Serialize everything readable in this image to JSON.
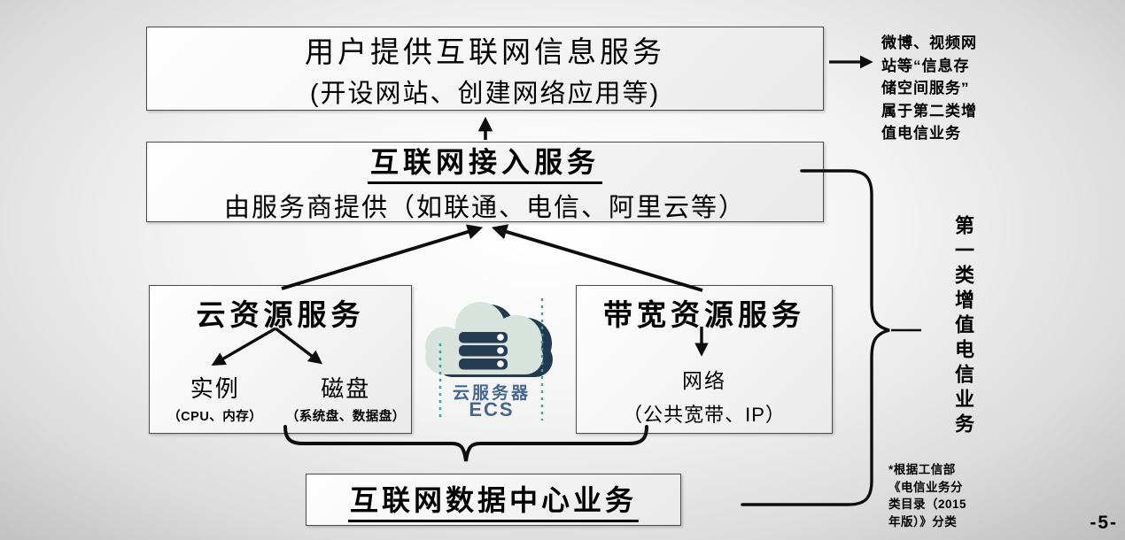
{
  "slide": {
    "page_number": "-5-"
  },
  "colors": {
    "background_gray": "#b2b2b2",
    "line_black": "#0d0d0d",
    "cloud_body": "#d8e3de",
    "cloud_navy": "#213a52",
    "ecs_text_blue": "#45688f",
    "teal_dots": "#3aa393"
  },
  "boxes": {
    "info_service": {
      "line1": "用户提供互联网信息服务",
      "line2": "(开设网站、创建网络应用等)"
    },
    "access_service": {
      "title": "互联网接入服务",
      "subtitle": "由服务商提供（如联通、电信、阿里云等）"
    },
    "cloud_resource": {
      "title": "云资源服务",
      "children": [
        {
          "label": "实例",
          "sub": "（CPU、内存）"
        },
        {
          "label": "磁盘",
          "sub": "（系统盘、数据盘）"
        }
      ]
    },
    "bandwidth_resource": {
      "title": "带宽资源服务",
      "child": {
        "label": "网络",
        "sub": "（公共宽带、IP）"
      }
    },
    "idc": {
      "title": "互联网数据中心业务"
    }
  },
  "ecs_icon": {
    "label_line1": "云服务器",
    "label_line2": "ECS"
  },
  "annotations": {
    "note_lines": [
      "微博、视频网",
      "站等“信息存",
      "储空间服务”",
      "属于第二类增",
      "值电信业务"
    ],
    "first_category_label": "第一类增值电信业务",
    "footnote_lines": [
      "*根据工信部",
      "《电信业务分",
      "类目录（2015",
      "年版）》分类"
    ]
  }
}
